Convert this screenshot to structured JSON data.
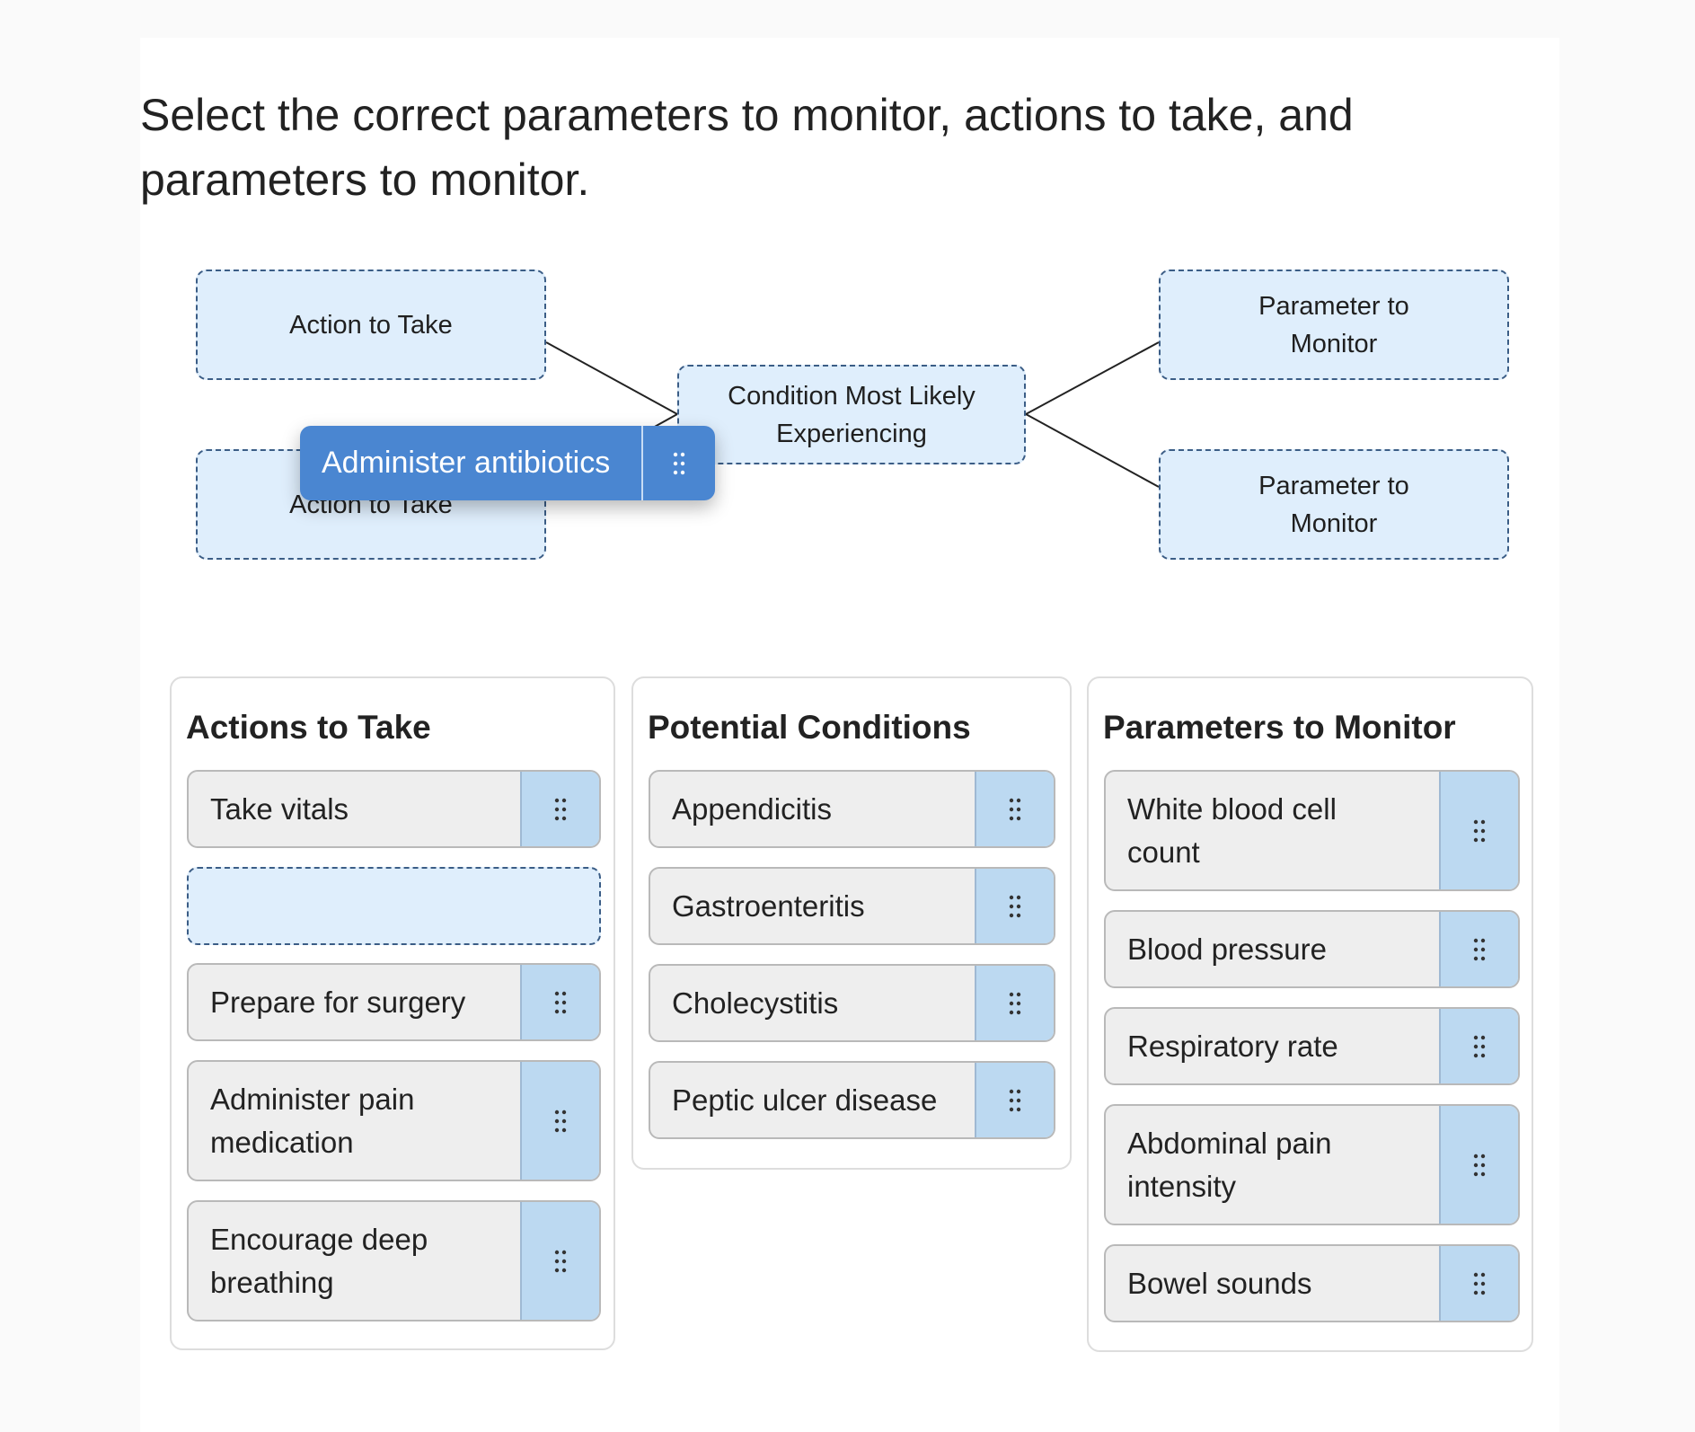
{
  "prompt": "Select the correct parameters to monitor, actions to take, and parameters to monitor.",
  "diagram": {
    "action_zone_1": "Action to Take",
    "action_zone_2": "Action to Take",
    "condition_zone": "Condition Most Likely Experiencing",
    "parameter_zone_1": "Parameter to Monitor",
    "parameter_zone_2": "Parameter to Monitor"
  },
  "dragging": {
    "label": "Administer antibiotics",
    "icon": "drag-handle-icon"
  },
  "panels": {
    "actions": {
      "title": "Actions to Take",
      "items": [
        "Take vitals",
        "Prepare for surgery",
        "Administer pain medication",
        "Encourage deep breathing"
      ]
    },
    "conditions": {
      "title": "Potential Conditions",
      "items": [
        "Appendicitis",
        "Gastroenteritis",
        "Cholecystitis",
        "Peptic ulcer disease"
      ]
    },
    "parameters": {
      "title": "Parameters to Monitor",
      "items": [
        "White blood cell count",
        "Blood pressure",
        "Respiratory rate",
        "Abdominal pain intensity",
        "Bowel sounds"
      ]
    }
  },
  "colors": {
    "zone_fill": "#dfeefc",
    "zone_border": "#3b5d86",
    "chip_fill": "#4a86d1",
    "handle_fill": "#bcd9f1",
    "item_fill": "#eeeeee"
  }
}
